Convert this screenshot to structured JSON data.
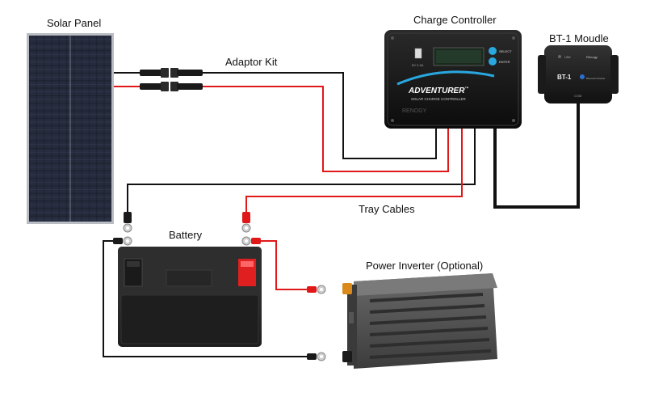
{
  "labels": {
    "solar_panel": "Solar Panel",
    "adaptor_kit": "Adaptor Kit",
    "charge_controller": "Charge Controller",
    "bt1_module": "BT-1 Moudle",
    "tray_cables": "Tray Cables",
    "battery": "Battery",
    "power_inverter": "Power Inverter (Optional)"
  },
  "controller": {
    "brand": "ADVENTURER",
    "tm": "™",
    "subtitle": "SOLAR CHARGE CONTROLLER",
    "select": "SELECT",
    "enter": "ENTER",
    "usb": "5V 2.4A",
    "vendor": "RENOGY"
  },
  "bt_module": {
    "model": "BT-1",
    "vendor": "Renogy",
    "sub": "Bluetooth Module",
    "port": "COM",
    "link": "LINK"
  },
  "colors": {
    "positive_wire": "#e01818",
    "negative_wire": "#111111",
    "controller_accent": "#29a8e0",
    "battery_terminal_red": "#e02020"
  }
}
